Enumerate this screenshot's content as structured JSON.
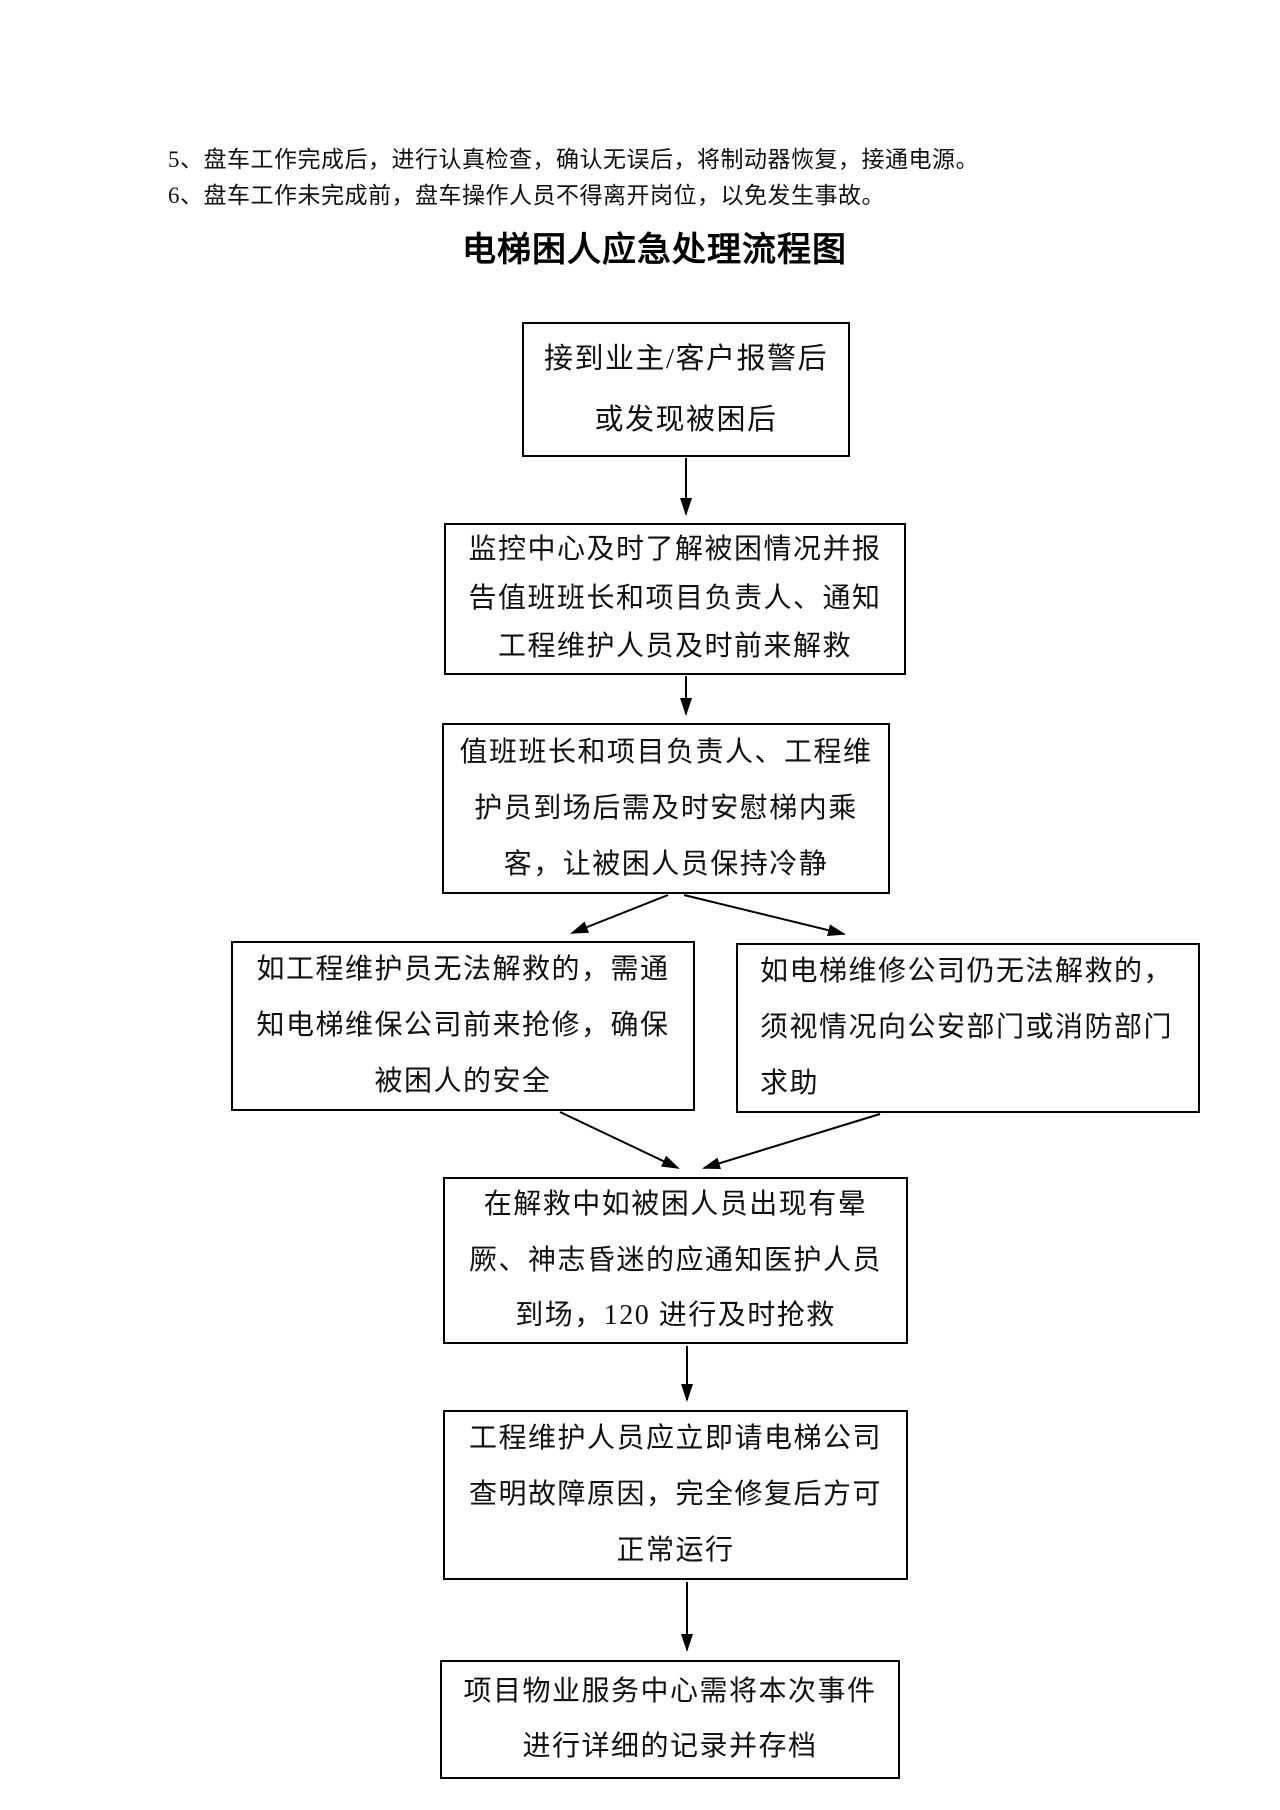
{
  "document": {
    "notes": [
      "5、盘车工作完成后，进行认真检查，确认无误后，将制动器恢复，接通电源。",
      "6、盘车工作未完成前，盘车操作人员不得离开岗位，以免发生事故。"
    ],
    "title": "电梯困人应急处理流程图"
  },
  "flowchart": {
    "nodes": [
      {
        "id": "receive-alarm",
        "text": "接到业主/客户报警后\n或发现被困后"
      },
      {
        "id": "monitor-center",
        "text": "监控中心及时了解被困情况并报\n告值班班长和项目负责人、通知\n工程维护人员及时前来解救"
      },
      {
        "id": "comfort",
        "text": "值班班长和项目负责人、工程维\n护员到场后需及时安慰梯内乘\n客，让被困人员保持冷静"
      },
      {
        "id": "call-maintain",
        "text": "如工程维护员无法解救的，需通\n知电梯维保公司前来抢修，确保\n被困人的安全"
      },
      {
        "id": "call-police",
        "text": "如电梯维修公司仍无法解救的，\n须视情况向公安部门或消防部门\n求助"
      },
      {
        "id": "medical",
        "text": "在解救中如被困人员出现有晕\n厥、神志昏迷的应通知医护人员\n到场，120 进行及时抢救"
      },
      {
        "id": "repair",
        "text": "工程维护人员应立即请电梯公司\n查明故障原因，完全修复后方可\n正常运行"
      },
      {
        "id": "record",
        "text": "项目物业服务中心需将本次事件\n进行详细的记录并存档"
      }
    ]
  },
  "colors": {
    "ink": "#000000",
    "paper": "#ffffff"
  }
}
